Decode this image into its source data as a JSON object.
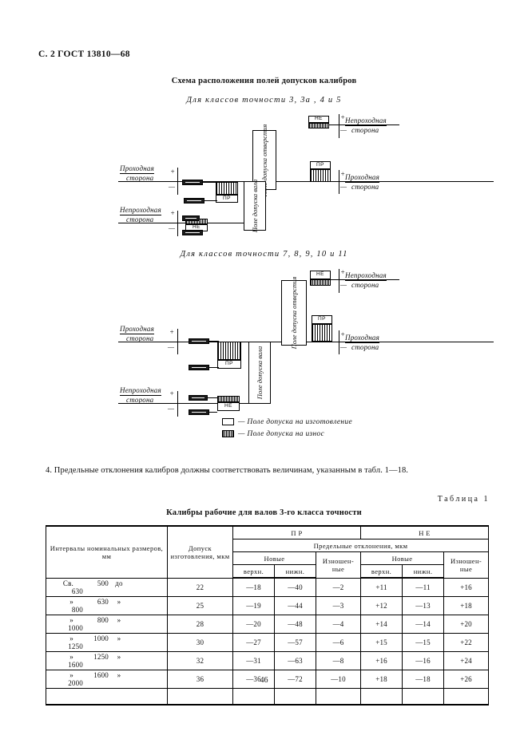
{
  "header": {
    "page_mark": "С. 2 ГОСТ 13810—68"
  },
  "scheme": {
    "title": "Схема расположения полей допусков калибров",
    "caption_1": "Для  классов точности  3, 3а ,  4 и 5",
    "caption_2": "Для  классов  точности  7, 8, 9, 10 и 11",
    "labels": {
      "through_line_1": "Проходная",
      "through_line_2": "сторона",
      "nogo_line_1": "Непроходная",
      "nogo_line_2": "сторона",
      "hole_tolerance": "Поле допуска отверстия",
      "shaft_tolerance": "Поле допуска вала",
      "gauge_go": "ПР",
      "gauge_nogo": "НЕ",
      "plus": "+",
      "minus": "—"
    }
  },
  "legend": {
    "items": [
      {
        "swatch": "make",
        "text": "— Поле допуска  на изготовление"
      },
      {
        "swatch": "worn",
        "text": "— Поле допуска  на износ"
      }
    ]
  },
  "paragraph": {
    "item_4": "4. Предельные отклонения калибров должны соответствовать величинам, указанным в табл. 1—18."
  },
  "table": {
    "number_label": "Таблица 1",
    "title": "Калибры рабочие для валов 3-го класса точности",
    "headers": {
      "intervals": "Интервалы  номинальных размеров, мм",
      "tolerance_make": "Допуск изготовления, мкм",
      "group_go": "П Р",
      "group_nogo": "Н Е",
      "limit_dev": "Предельные отклонения, мкм",
      "new": "Новые",
      "upper": "верхн.",
      "lower": "нижн.",
      "worn": "Изношен- ные"
    },
    "rows": [
      {
        "prefix": "Св.",
        "from": "500",
        "mid": "до",
        "to": "630",
        "tolerance": "22",
        "go_upper": "—18",
        "go_lower": "—40",
        "go_worn": "—2",
        "nogo_upper": "+11",
        "nogo_lower": "—11",
        "nogo_worn": "+16"
      },
      {
        "prefix": "»",
        "from": "630",
        "mid": "»",
        "to": "800",
        "tolerance": "25",
        "go_upper": "—19",
        "go_lower": "—44",
        "go_worn": "—3",
        "nogo_upper": "+12",
        "nogo_lower": "—13",
        "nogo_worn": "+18"
      },
      {
        "prefix": "»",
        "from": "800",
        "mid": "»",
        "to": "1000",
        "tolerance": "28",
        "go_upper": "—20",
        "go_lower": "—48",
        "go_worn": "—4",
        "nogo_upper": "+14",
        "nogo_lower": "—14",
        "nogo_worn": "+20"
      },
      {
        "prefix": "»",
        "from": "1000",
        "mid": "»",
        "to": "1250",
        "tolerance": "30",
        "go_upper": "—27",
        "go_lower": "—57",
        "go_worn": "—6",
        "nogo_upper": "+15",
        "nogo_lower": "—15",
        "nogo_worn": "+22"
      },
      {
        "prefix": "»",
        "from": "1250",
        "mid": "»",
        "to": "1600",
        "tolerance": "32",
        "go_upper": "—31",
        "go_lower": "—63",
        "go_worn": "—8",
        "nogo_upper": "+16",
        "nogo_lower": "—16",
        "nogo_worn": "+24"
      },
      {
        "prefix": "»",
        "from": "1600",
        "mid": "»",
        "to": "2000",
        "tolerance": "36",
        "go_upper": "—36",
        "go_lower": "—72",
        "go_worn": "—10",
        "nogo_upper": "+18",
        "nogo_lower": "—18",
        "nogo_worn": "+26"
      }
    ]
  },
  "footer": {
    "page_number": "46"
  }
}
